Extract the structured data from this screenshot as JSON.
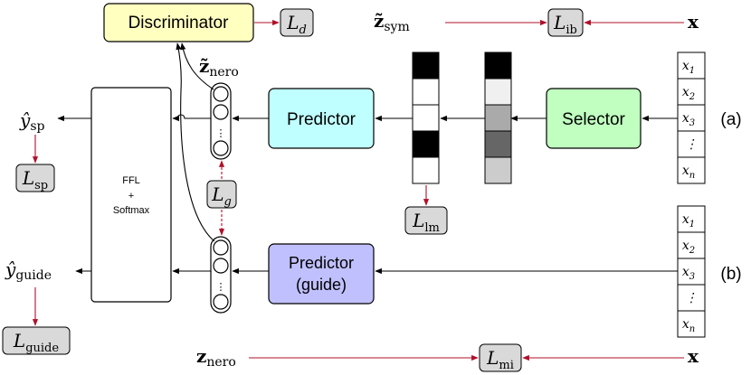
{
  "boxes": {
    "discriminator": "Discriminator",
    "predictor_a": "Predictor",
    "selector": "Selector",
    "predictor_guide_line1": "Predictor",
    "predictor_guide_line2": "(guide)",
    "ffl_line1": "FFL",
    "ffl_line2": "+",
    "ffl_line3": "Softmax"
  },
  "losses": {
    "d": {
      "main": "L",
      "sub": "d"
    },
    "ib": {
      "main": "L",
      "sub": "ib"
    },
    "sp": {
      "main": "L",
      "sub": "sp"
    },
    "g": {
      "main": "L",
      "sub": "g"
    },
    "lm": {
      "main": "L",
      "sub": "lm"
    },
    "guide": {
      "main": "L",
      "sub": "guide"
    },
    "mi": {
      "main": "L",
      "sub": "mi"
    }
  },
  "symbols": {
    "z_sym": {
      "main": "z̃",
      "sub": "sym"
    },
    "z_nero_tilde": {
      "main": "z̃",
      "sub": "nero"
    },
    "z_nero": {
      "main": "z",
      "sub": "nero"
    },
    "y_sp": {
      "main": "ŷ",
      "sub": "sp"
    },
    "y_guide": {
      "main": "ŷ",
      "sub": "guide"
    },
    "x_top": "x",
    "x_bottom": "x"
  },
  "input_tokens_a": [
    {
      "main": "x",
      "sub": "1"
    },
    {
      "main": "x",
      "sub": "2"
    },
    {
      "main": "x",
      "sub": "3"
    },
    {
      "main": "⋮",
      "sub": ""
    },
    {
      "main": "x",
      "sub": "n"
    }
  ],
  "input_tokens_b": [
    {
      "main": "x",
      "sub": "1"
    },
    {
      "main": "x",
      "sub": "2"
    },
    {
      "main": "x",
      "sub": "3"
    },
    {
      "main": "⋮",
      "sub": ""
    },
    {
      "main": "x",
      "sub": "n"
    }
  ],
  "row_labels": {
    "a": "(a)",
    "b": "(b)"
  },
  "mask_cells": [
    "#000000",
    "#ffffff",
    "#ffffff",
    "#000000",
    "#ffffff"
  ],
  "prob_cells": [
    "#000000",
    "#f0f0f0",
    "#aaaaaa",
    "#666666",
    "#cccccc"
  ],
  "colors": {
    "discriminator": "#ffffc0",
    "predictor": "#c0ffff",
    "selector": "#c0ffc0",
    "predictor_guide": "#c0c0ff",
    "loss_box": "#d9d9d9",
    "red_arrow": "#b0102a"
  }
}
